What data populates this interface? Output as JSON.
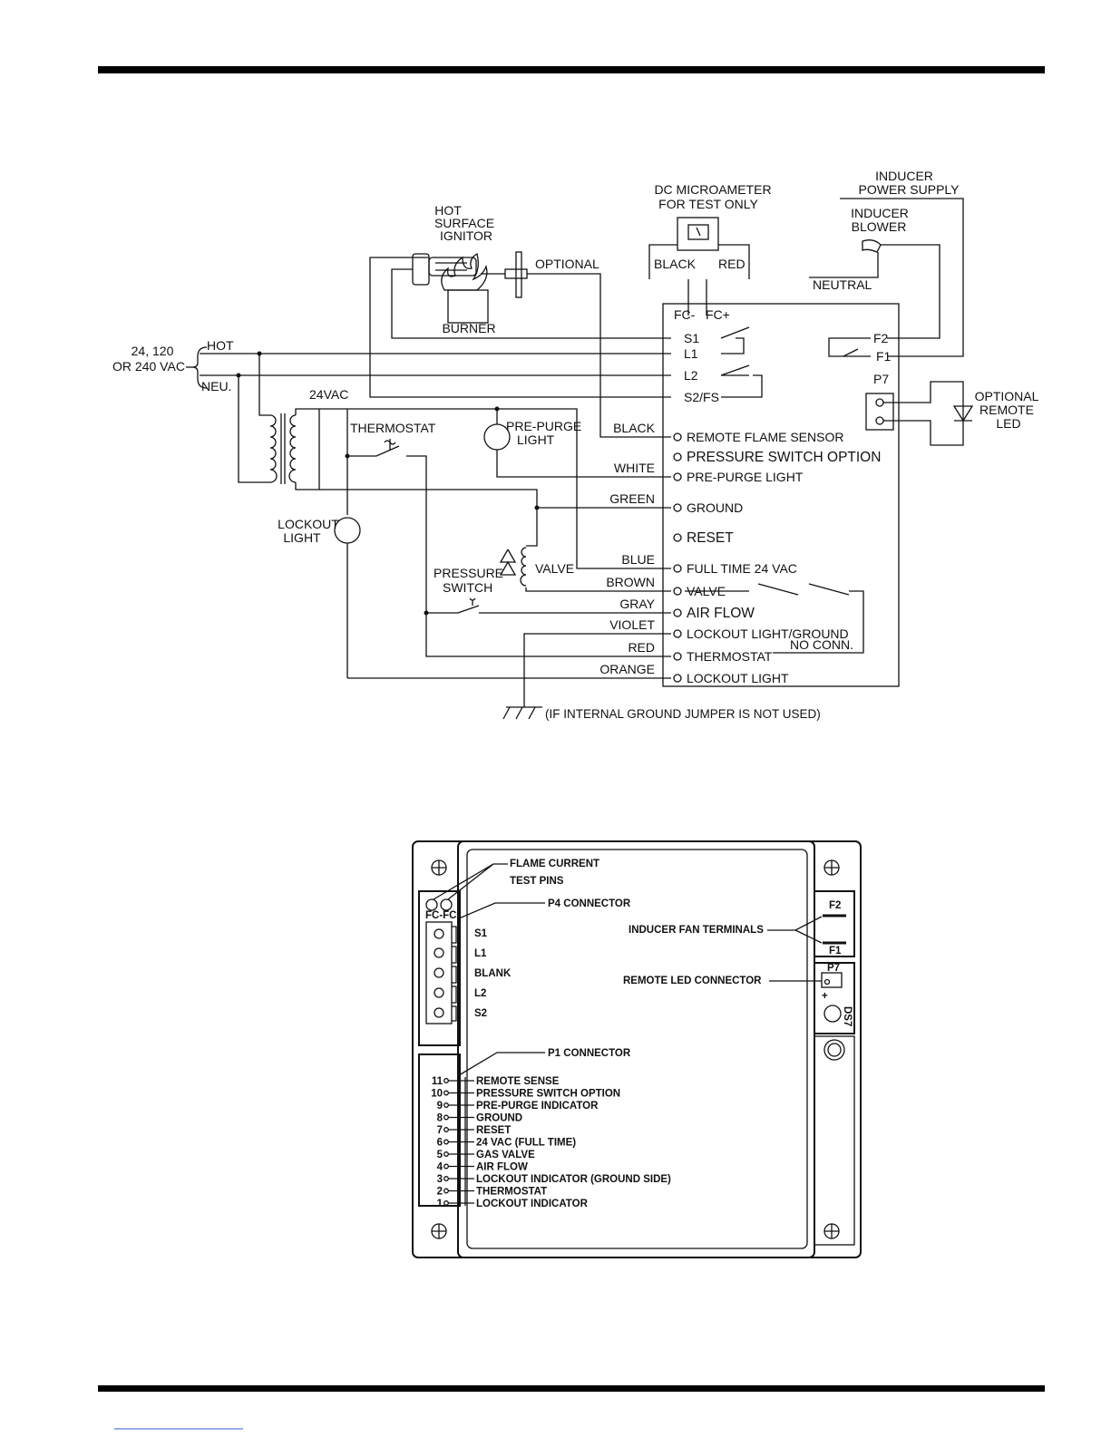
{
  "wiring": {
    "supply_voltage": "24, 120",
    "supply_voltage2": "OR 240 VAC",
    "hot": "HOT",
    "neu": "NEU.",
    "hot_surface": "HOT",
    "surface": "SURFACE",
    "ignitor": "IGNITOR",
    "burner": "BURNER",
    "optional": "OPTIONAL",
    "microameter": "DC MICROAMETER",
    "for_test": "FOR TEST ONLY",
    "black_top": "BLACK",
    "red_top": "RED",
    "fc_minus": "FC-",
    "fc_plus": "FC+",
    "inducer_supply": "INDUCER",
    "inducer_supply2": "POWER SUPPLY",
    "inducer_blower": "INDUCER",
    "inducer_blower2": "BLOWER",
    "neutral": "NEUTRAL",
    "s1": "S1",
    "l1": "L1",
    "l2": "L2",
    "s2fs": "S2/FS",
    "f2": "F2",
    "f1": "F1",
    "p7": "P7",
    "opt_led1": "OPTIONAL",
    "opt_led2": "REMOTE",
    "opt_led3": "LED",
    "v24": "24VAC",
    "thermostat": "THERMOSTAT",
    "prepurge1": "PRE-PURGE",
    "prepurge2": "LIGHT",
    "lockout1": "LOCKOUT",
    "lockout2": "LIGHT",
    "pressure1": "PRESSURE",
    "pressure2": "SWITCH",
    "valve": "VALVE",
    "no_conn": "NO CONN.",
    "ground_note": "(IF INTERNAL GROUND JUMPER IS NOT USED)",
    "terminals": [
      {
        "wire": "BLACK",
        "label": "REMOTE FLAME SENSOR"
      },
      {
        "wire": "",
        "label": "PRESSURE SWITCH OPTION"
      },
      {
        "wire": "WHITE",
        "label": "PRE-PURGE LIGHT"
      },
      {
        "wire": "GREEN",
        "label": "GROUND"
      },
      {
        "wire": "",
        "label": "RESET"
      },
      {
        "wire": "BLUE",
        "label": "FULL TIME 24 VAC"
      },
      {
        "wire": "BROWN",
        "label": "VALVE"
      },
      {
        "wire": "GRAY",
        "label": "AIR FLOW"
      },
      {
        "wire": "VIOLET",
        "label": "LOCKOUT LIGHT/GROUND"
      },
      {
        "wire": "RED",
        "label": "THERMOSTAT"
      },
      {
        "wire": "ORANGE",
        "label": "LOCKOUT LIGHT"
      }
    ]
  },
  "board": {
    "flame_current": "FLAME CURRENT",
    "test_pins": "TEST PINS",
    "fc_fc": "FC-FC",
    "p4": "P4 CONNECTOR",
    "p4_pins": [
      "S1",
      "L1",
      "BLANK",
      "L2",
      "S2"
    ],
    "inducer_fan": "INDUCER FAN TERMINALS",
    "f2": "F2",
    "f1": "F1",
    "remote_led": "REMOTE LED CONNECTOR",
    "p7": "P7",
    "plus": "+",
    "ds7": "DS7",
    "p1": "P1 CONNECTOR",
    "p1_pins": [
      {
        "num": "11",
        "label": "REMOTE SENSE"
      },
      {
        "num": "10",
        "label": "PRESSURE SWITCH OPTION"
      },
      {
        "num": "9",
        "label": "PRE-PURGE INDICATOR"
      },
      {
        "num": "8",
        "label": "GROUND"
      },
      {
        "num": "7",
        "label": "RESET"
      },
      {
        "num": "6",
        "label": "24 VAC (FULL TIME)"
      },
      {
        "num": "5",
        "label": "GAS VALVE"
      },
      {
        "num": "4",
        "label": "AIR FLOW"
      },
      {
        "num": "3",
        "label": "LOCKOUT INDICATOR (GROUND SIDE)"
      },
      {
        "num": "2",
        "label": "THERMOSTAT"
      },
      {
        "num": "1",
        "label": "LOCKOUT INDICATOR"
      }
    ]
  }
}
